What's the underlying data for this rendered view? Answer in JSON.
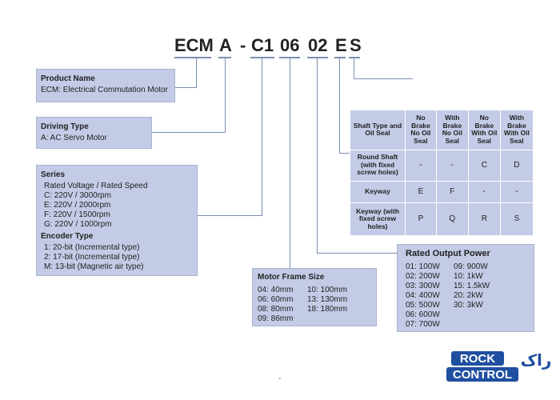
{
  "model_code": {
    "segments": [
      "ECM",
      "A",
      "-",
      "C1",
      "06",
      "02",
      "E",
      "S"
    ]
  },
  "product_name": {
    "title": "Product Name",
    "text": "ECM: Electrical Commutation Motor"
  },
  "driving_type": {
    "title": "Driving Type",
    "text": "A: AC Servo Motor"
  },
  "series": {
    "title": "Series",
    "subtitle": "Rated Voltage / Rated Speed",
    "items": [
      "C: 220V / 3000rpm",
      "E: 220V / 2000rpm",
      "F: 220V / 1500rpm",
      "G: 220V / 1000rpm"
    ],
    "encoder_title": "Encoder Type",
    "encoder_items": [
      "1: 20-bit (Incremental type)",
      "2: 17-bit (Incremental type)",
      "M: 13-bit (Magnetic air type)"
    ]
  },
  "motor_frame_size": {
    "title": "Motor Frame Size",
    "col1": [
      "04: 40mm",
      "06: 60mm",
      "08: 80mm",
      "09: 86mm"
    ],
    "col2": [
      "10: 100mm",
      "13: 130mm",
      "18: 180mm"
    ]
  },
  "rated_output_power": {
    "title": "Rated Output Power",
    "col1": [
      "01: 100W",
      "02: 200W",
      "03: 300W",
      "04: 400W",
      "05: 500W",
      "06: 600W",
      "07: 700W"
    ],
    "col2": [
      "09: 900W",
      "10: 1kW",
      "15: 1.5kW",
      "20: 2kW",
      "30: 3kW"
    ]
  },
  "shaft_table": {
    "corner": "Shaft Type and Oil Seal",
    "headers": [
      "No Brake No Oil Seal",
      "With Brake No Oil Seal",
      "No Brake With Oil Seal",
      "With Brake With Oil Seal"
    ],
    "rows": [
      {
        "label": "Round Shaft (with fixed screw holes)",
        "values": [
          "-",
          "-",
          "C",
          "D"
        ]
      },
      {
        "label": "Keyway",
        "values": [
          "E",
          "F",
          "-",
          "-"
        ]
      },
      {
        "label": "Keyway (with fixed screw holes)",
        "values": [
          "P",
          "Q",
          "R",
          "S"
        ]
      }
    ]
  },
  "logo": {
    "line1": "ROCK",
    "line2": "CONTROL",
    "arabic": "راک",
    "color": "#1f4fa0"
  },
  "bottom_mark": "-"
}
